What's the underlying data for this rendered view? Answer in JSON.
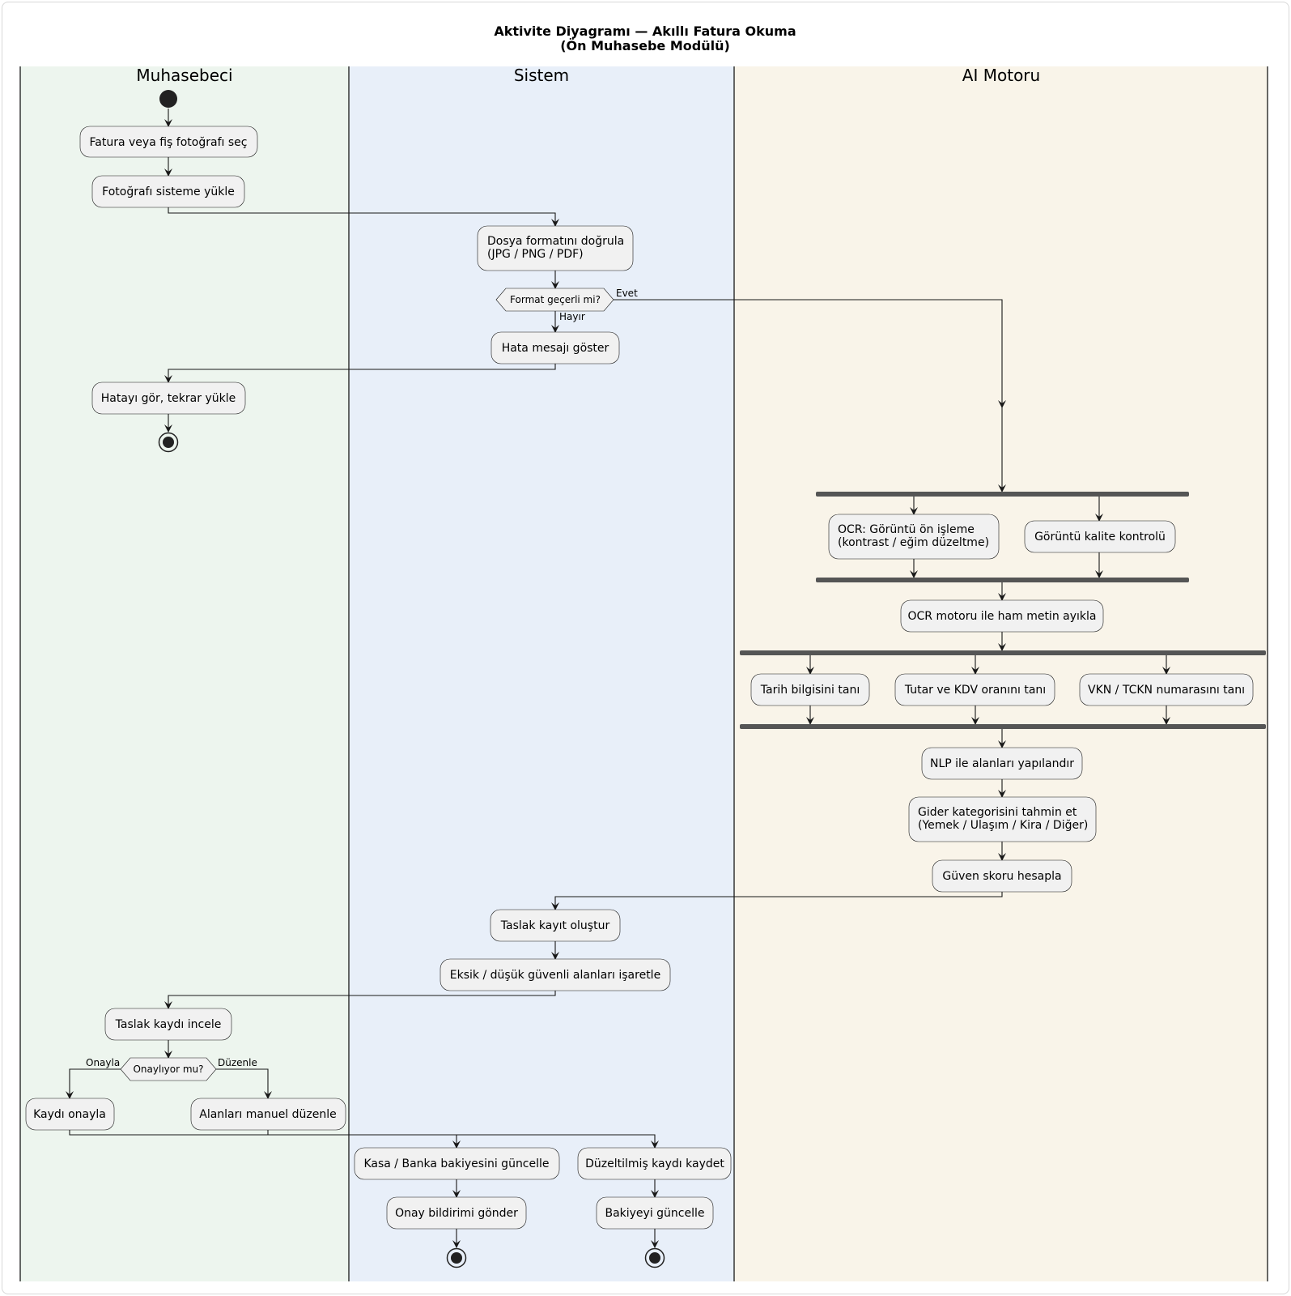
{
  "title": {
    "line1": "Aktivite Diyagramı — Akıllı Fatura Okuma",
    "line2": "(Ön Muhasebe Modülü)"
  },
  "lanes": [
    {
      "name": "Muhasebeci",
      "color": "#edf5ee"
    },
    {
      "name": "Sistem",
      "color": "#e8eff9"
    },
    {
      "name": "AI Motoru",
      "color": "#f9f4e9"
    }
  ],
  "activities": {
    "select_photo": "Fatura veya fiş fotoğrafı seç",
    "upload_photo": "Fotoğrafı sisteme yükle",
    "validate_format": [
      "Dosya formatını doğrula",
      "(JPG / PNG / PDF)"
    ],
    "show_error": "Hata mesajı göster",
    "see_error": "Hatayı gör, tekrar yükle",
    "ocr_preprocess": [
      "OCR: Görüntü ön işleme",
      "(kontrast / eğim düzeltme)"
    ],
    "quality_check": "Görüntü kalite kontrolü",
    "extract_text": "OCR motoru ile ham metin ayıkla",
    "recognize_date": "Tarih bilgisini tanı",
    "recognize_amount": "Tutar ve KDV oranını tanı",
    "recognize_vkn": "VKN / TCKN numarasını tanı",
    "nlp_structure": "NLP ile alanları yapılandır",
    "predict_category": [
      "Gider kategorisini tahmin et",
      "(Yemek / Ulaşım / Kira / Diğer)"
    ],
    "confidence_score": "Güven skoru hesapla",
    "create_draft": "Taslak kayıt oluştur",
    "mark_fields": "Eksik / düşük güvenli alanları işaretle",
    "review_draft": "Taslak kaydı incele",
    "approve_record": "Kaydı onayla",
    "edit_fields": "Alanları manuel düzenle",
    "update_balance": "Kasa / Banka bakiyesini güncelle",
    "save_corrected": "Düzeltilmiş kaydı kaydet",
    "send_notification": "Onay bildirimi gönder",
    "update_balance2": "Bakiyeyi güncelle"
  },
  "decisions": {
    "format_valid": {
      "question": "Format geçerli mi?",
      "yes": "Evet",
      "no": "Hayır"
    },
    "approve": {
      "question": "Onaylıyor mu?",
      "left": "Onayla",
      "right": "Düzenle"
    }
  },
  "colors": {
    "activity_fill": "#f1f1f1",
    "line": "#181818",
    "fork_bar": "#555555"
  }
}
